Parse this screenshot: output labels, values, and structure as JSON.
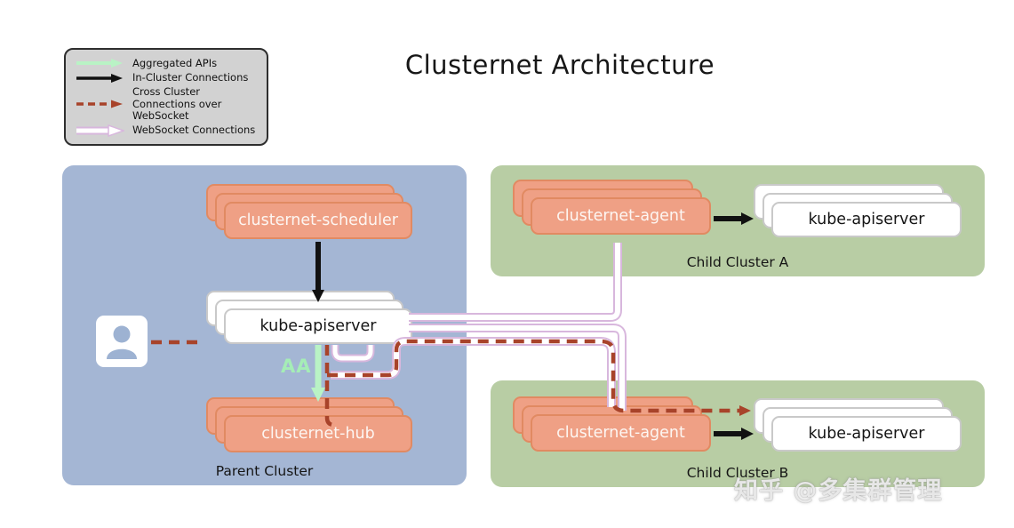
{
  "title": "Clusternet Architecture",
  "legend": {
    "items": [
      {
        "id": "aggregated-apis",
        "label": "Aggregated APIs"
      },
      {
        "id": "in-cluster",
        "label": "In-Cluster Connections"
      },
      {
        "id": "cross-cluster",
        "label": "Cross Cluster Connections over WebSocket"
      },
      {
        "id": "websocket",
        "label": "WebSocket Connections"
      }
    ]
  },
  "clusters": {
    "parent": {
      "label": "Parent Cluster",
      "nodes": {
        "scheduler": "clusternet-scheduler",
        "apiserver": "kube-apiserver",
        "hub": "clusternet-hub"
      }
    },
    "child_a": {
      "label": "Child Cluster A",
      "nodes": {
        "agent": "clusternet-agent",
        "apiserver": "kube-apiserver"
      }
    },
    "child_b": {
      "label": "Child Cluster B",
      "nodes": {
        "agent": "clusternet-agent",
        "apiserver": "kube-apiserver"
      }
    }
  },
  "annotations": {
    "aa_label": "AA"
  },
  "watermark": "知乎 @多集群管理",
  "colors": {
    "parent_cluster_bg": "#a4b6d4",
    "child_cluster_bg": "#b8cda4",
    "node_orange": "#efa085",
    "node_orange_border": "#e18a62",
    "aggregated_apis_green": "#b9f3c5",
    "websocket_pink": "#d8b7dd",
    "cross_cluster_red": "#a8432a",
    "in_cluster_black": "#111111",
    "legend_bg": "#d2d2d2"
  }
}
